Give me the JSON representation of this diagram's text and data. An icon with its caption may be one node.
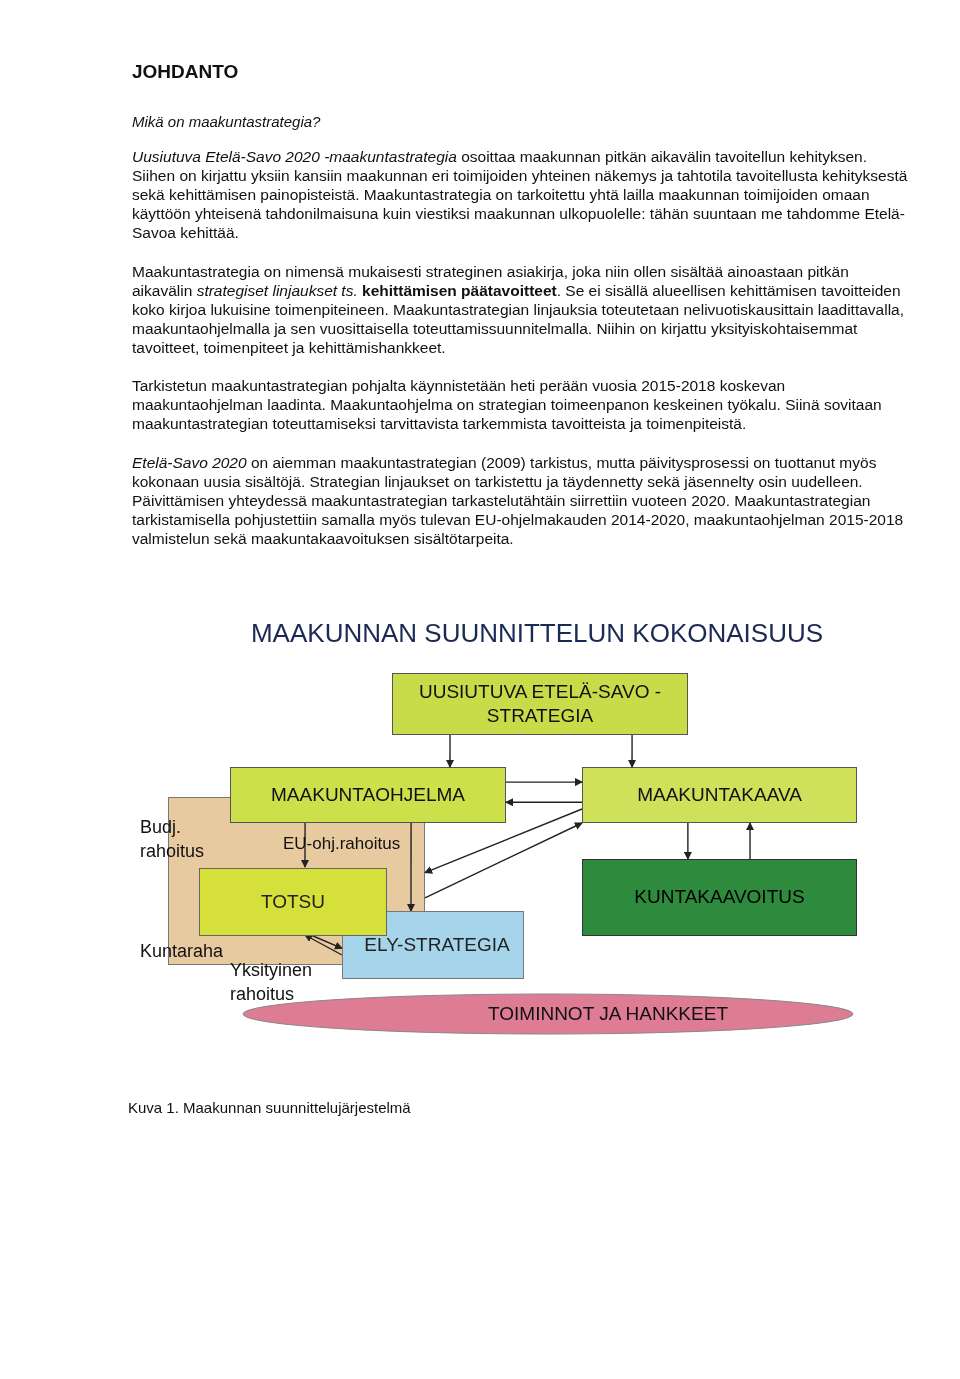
{
  "diagram": {
    "title": "MAAKUNNAN SUUNNITTELUN KOKONAISUUS",
    "caption": "Kuva 1. Maakunnan suunnittelujärjestelmä",
    "nodes": [
      {
        "text": [
          "UUSIUTUVA ETELÄ-SAVO -STRATEGIA"
        ]
      },
      {
        "text": [],
        "shape": "box"
      },
      {
        "text": [
          "MAAKUNTAOHJELMA"
        ]
      },
      {
        "text": [
          "MAAKUNTAKAAVA"
        ]
      },
      {
        "text": [
          "TOTSU"
        ],
        "in": 1
      },
      {
        "text": [
          "ELY-STRATEGIA"
        ]
      },
      {
        "text": [
          "KUNTAKAAVOITUS"
        ]
      },
      {
        "text": [
          "TOIMINNOT JA HANKKEET"
        ]
      }
    ],
    "edges": [
      {
        "from": 0,
        "to": 2,
        "arrow": "to"
      },
      {
        "from": 0,
        "to": 3,
        "arrow": "to"
      },
      {
        "from": 2,
        "to": 3,
        "arrow": "to"
      },
      {
        "from": 3,
        "to": 2,
        "arrow": "to"
      },
      {
        "from": 2,
        "to": 4,
        "arrow": "to"
      },
      {
        "from": 2,
        "to": 5,
        "arrow": "to"
      },
      {
        "from": 3,
        "to": 6,
        "arrow": "to"
      },
      {
        "from": 6,
        "to": 3,
        "arrow": "to"
      },
      {
        "from": 3,
        "to": 1,
        "arrow": "to"
      },
      {
        "from": 1,
        "to": 3,
        "arrow": "to"
      },
      {
        "from": 5,
        "to": 4,
        "arrow": "to"
      },
      {
        "from": 4,
        "to": 5,
        "arrow": "to"
      }
    ],
    "labels": [
      "JOHDANTO",
      "Mikä on maakuntastrategia?",
      "*Uusiutuva Etelä-Savo 2020 -maakuntastrategia* osoittaa maakunnan pitkän aikavälin tavoitellun kehityksen. Siihen on kirjattu yksiin kansiin maakunnan eri toimijoiden yhteinen näkemys ja tahtotila tavoitellusta kehityksestä sekä kehittämisen painopisteistä. Maakuntastrategia on tarkoitettu yhtä lailla maakunnan toimijoiden omaan käyttöön yhteisenä tahdonilmaisuna kuin viestiksi maakunnan ulkopuolelle: tähän suuntaan me tahdomme Etelä-Savoa kehittää.",
      "Maakuntastrategia on nimensä mukaisesti strateginen asiakirja, joka niin ollen sisältää ainoastaan pitkän aikavälin *strategiset linjaukset ts.* **kehittämisen päätavoitteet**. Se ei sisällä alueellisen kehittämisen tavoitteiden koko kirjoa lukuisine toimenpiteineen. Maakuntastrategian linjauksia toteutetaan nelivuotiskausittain laadittavalla, maakuntaohjelmalla ja sen vuosittaisella toteuttamissuunnitelmalla. Niihin on kirjattu yksityiskohtaisemmat tavoitteet, toimenpiteet ja kehittämishankkeet.",
      "Tarkistetun maakuntastrategian pohjalta käynnistetään heti perään vuosia 2015-2018 koskevan maakuntaohjelman laadinta. Maakuntaohjelma on strategian toimeenpanon keskeinen työkalu. Siinä sovitaan maakuntastrategian toteuttamiseksi tarvittavista tarkemmista tavoitteista ja toimenpiteistä.",
      "*Etelä-Savo 2020* on aiemman maakuntastrategian (2009) tarkistus, mutta päivitysprosessi on tuottanut myös kokonaan uusia sisältöjä. Strategian linjaukset on tarkistettu ja täydennetty sekä jäsennelty osin uudelleen. Päivittämisen yhteydessä maakuntastrategian tarkastelutähtäin siirrettiin vuoteen 2020. Maakuntastrategian tarkistamisella pohjustettiin samalla myös tulevan EU-ohjelmakauden 2014-2020, maakuntaohjelman 2015-2018 valmistelun sekä maakuntakaavoituksen sisältötarpeita.",
      "Budj. rahoitus",
      "EU-ohj.rahoitus",
      "Kuntaraha",
      "Yksityinen rahoitus"
    ]
  }
}
